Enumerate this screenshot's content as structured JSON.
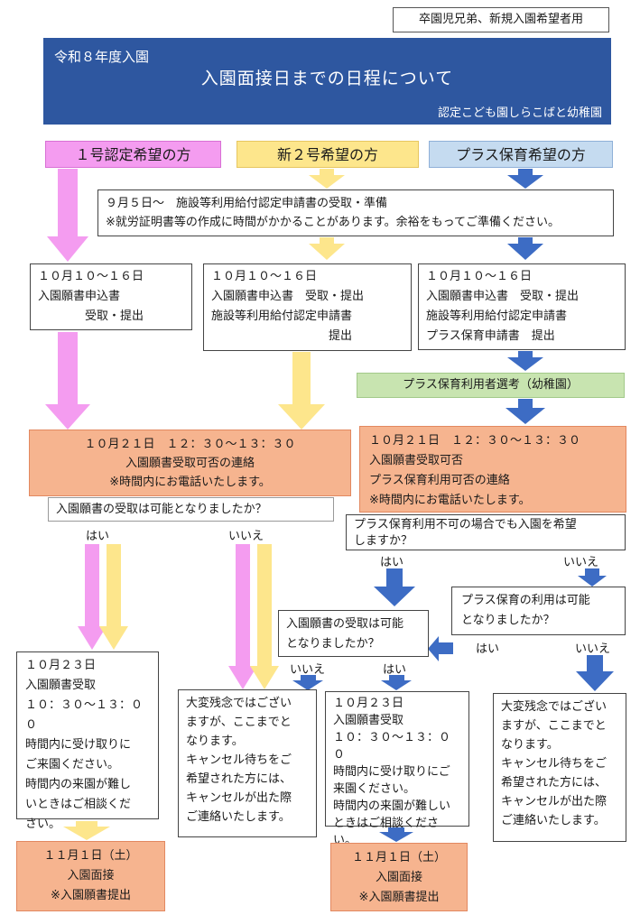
{
  "corner_label": "卒園児兄弟、新規入園希望者用",
  "header": {
    "year": "令和８年度入園",
    "title": "入園面接日までの日程について",
    "organization": "認定こども園しらこばと幼稚園"
  },
  "lanes": {
    "lane1": "１号認定希望の方",
    "lane2": "新２号希望の方",
    "lane3": "プラス保育希望の方"
  },
  "september_box": "９月５日～　施設等利用給付認定申請書の受取・準備\n※就労証明書等の作成に時間がかかることがあります。余裕をもってご準備ください。",
  "apply": {
    "lane1": "１０月１０～１６日\n入園願書申込書\n　　　　受取・提出",
    "lane2": "１０月１０～１６日\n入園願書申込書　受取・提出\n施設等利用給付認定申請書\n　　　　　　　　　　提出",
    "lane3": "１０月１０～１６日\n入園願書申込書　受取・提出\n施設等利用給付認定申請書\nプラス保育申請書　提出"
  },
  "plus_selection": "プラス保育利用者選考（幼稚園）",
  "oct21_left": "１０月２１日　１２：３０～１３：３０\n入園願書受取可否の連絡\n※時間内にお電話いたします。",
  "oct21_right": "１０月２１日　１２：３０～１３：３０\n入園願書受取可否\nプラス保育利用可否の連絡\n※時間内にお電話いたします。",
  "question_accept": "入園願書の受取は可能となりましたか？",
  "question_plus_unavailable": "プラス保育利用不可の場合でも入園を希望\nしますか？",
  "question_plus_use": "プラス保育の利用は可能\nとなりましたか？",
  "question_accept2": "入園願書の受取は可能\nとなりましたか？",
  "labels": {
    "yes": "はい",
    "no": "いいえ"
  },
  "oct23_left": "１０月２３日\n入園願書受取\n１０：３０～１３：００\n時間内に受け取りに\nご来園ください。\n時間内の来園が難し\nいときはご相談くだ\nさい。",
  "oct23_mid": "１０月２３日\n入園願書受取\n１０：３０～１３：００\n時間内に受け取りにご\n来園ください。\n時間内の来園が難しい\nときはご相談ください。",
  "sorry_text": "大変残念ではござい\nますが、ここまでと\nなります。\nキャンセル待ちをご\n希望された方には、\nキャンセルが出た際\nご連絡いたします。",
  "nov1": "１１月１日（土）\n入園面接\n※入園願書提出",
  "colors": {
    "header": "#2e57a0",
    "pink": "#f49cf0",
    "yellow": "#fde68c",
    "blue_arrow": "#3d6cc4",
    "salmon": "#f6b48f",
    "green": "#c8e4b0"
  }
}
